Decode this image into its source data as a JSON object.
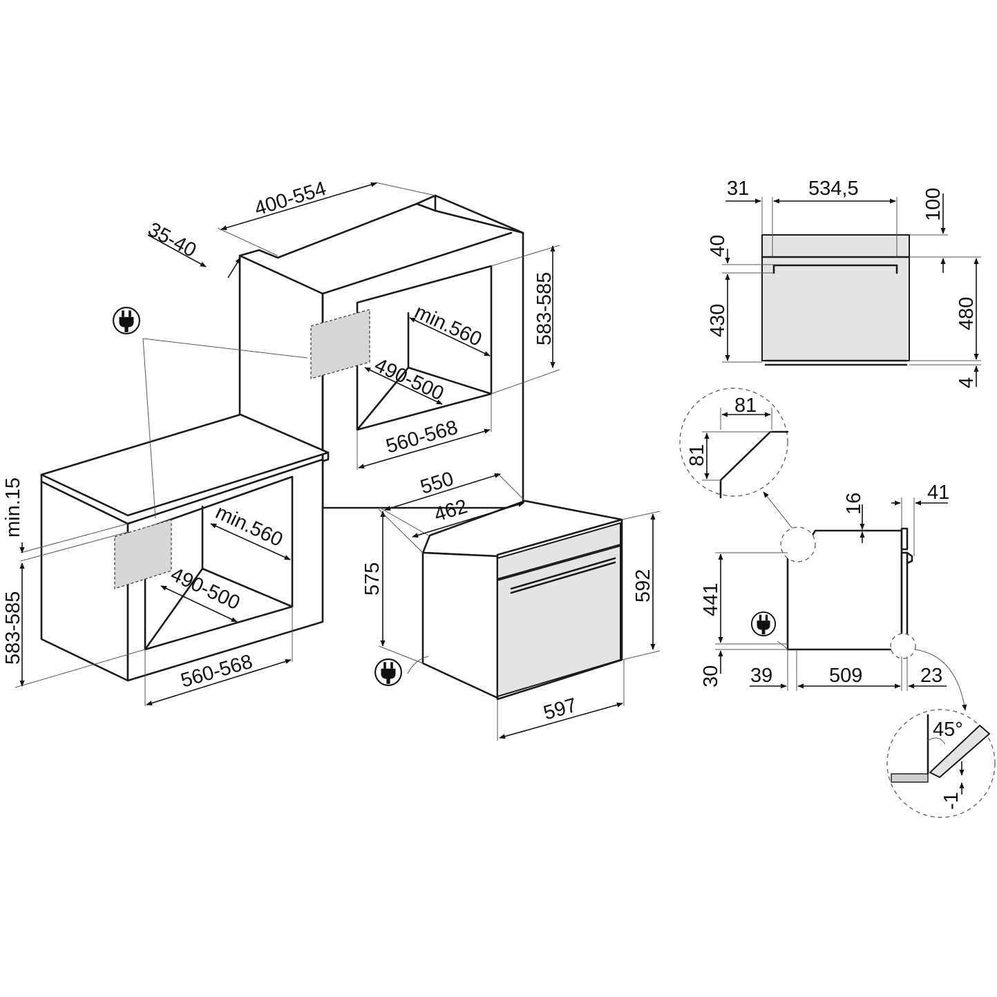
{
  "labels": {
    "d_400_554": "400-554",
    "d_35_40": "35-40",
    "d_583_585_top": "583-585",
    "d_min560_top": "min.560",
    "d_490_500_top": "490-500",
    "d_560_568_top": "560-568",
    "d_min15": "min.15",
    "d_583_585_left": "583-585",
    "d_min560_bottom": "min.560",
    "d_490_500_bottom": "490-500",
    "d_560_568_bottom": "560-568",
    "d_550": "550",
    "d_462": "462",
    "d_575": "575",
    "d_592": "592",
    "d_597": "597",
    "d_31": "31",
    "d_534_5": "534,5",
    "d_100": "100",
    "d_40": "40",
    "d_430": "430",
    "d_480": "480",
    "d_4": "4",
    "d_81_h": "81",
    "d_81_v": "81",
    "d_16": "16",
    "d_41": "41",
    "d_441": "441",
    "d_30": "30",
    "d_39": "39",
    "d_509": "509",
    "d_23": "23",
    "d_45deg": "45°",
    "d_minus1": "-1"
  },
  "icons": [
    "power-plug-icon"
  ],
  "colors": {
    "line": "#1a1a1a",
    "panel": "#e4e4e4",
    "background": "#ffffff"
  }
}
